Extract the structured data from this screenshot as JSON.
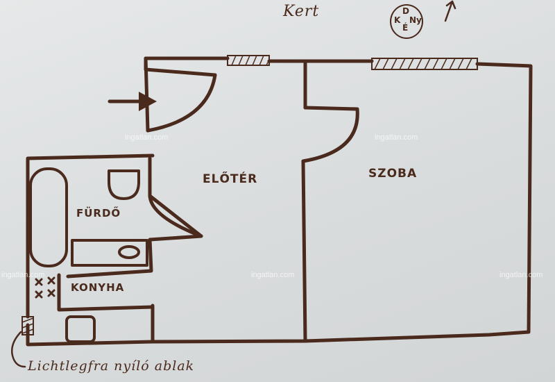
{
  "header": {
    "garden": "Kert"
  },
  "compass": {
    "north": "D",
    "west": "K",
    "east": "Ny",
    "south": "É"
  },
  "rooms": {
    "hall": "ELŐTÉR",
    "room": "SZOBA",
    "bath": "FÜRDŐ",
    "kitchen": "KONYHA"
  },
  "note": "Lichtlegfra nyíló ablak",
  "watermark": "ingatlan.com",
  "colors": {
    "ink": "#4a2a1c",
    "paper": "#dcdfe0"
  },
  "icons": [
    "entrance-arrow-icon",
    "north-arrow-icon",
    "window-hatch-icon",
    "stove-burner-icon"
  ]
}
